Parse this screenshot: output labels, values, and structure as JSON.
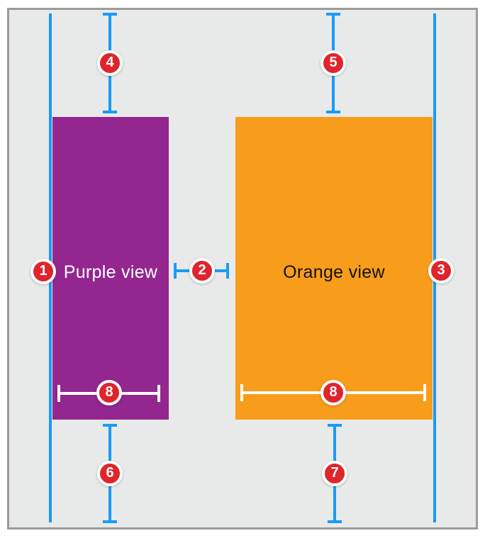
{
  "figure": {
    "description": "Auto Layout constraint diagram with two views",
    "views": [
      {
        "id": "purple",
        "label": "Purple view"
      },
      {
        "id": "orange",
        "label": "Orange view"
      }
    ],
    "badges": [
      {
        "number": "1"
      },
      {
        "number": "2"
      },
      {
        "number": "3"
      },
      {
        "number": "4"
      },
      {
        "number": "5"
      },
      {
        "number": "6"
      },
      {
        "number": "7"
      },
      {
        "number": "8"
      },
      {
        "number": "8"
      }
    ]
  },
  "colors": {
    "page-bg": "#ffffff",
    "diagram-bg": "#e8e9e9",
    "frame-border": "#9b9b9b",
    "constraint-blue": "#1a9af6",
    "badge-red": "#e0242b",
    "badge-ring": "#ffffff",
    "purple-view-bg": "#93278f",
    "purple-view-text": "#ffffff",
    "orange-view-bg": "#f89d1b",
    "orange-view-text": "#111111",
    "width-indicator": "#ffffff"
  }
}
